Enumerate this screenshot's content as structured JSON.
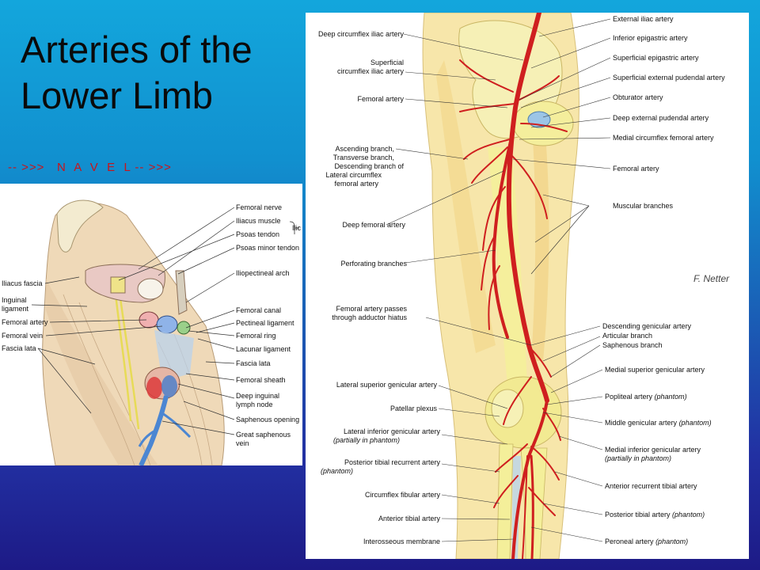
{
  "slide": {
    "title_line1": "Arteries of the",
    "title_line2": "Lower Limb",
    "navel": "-- >>>   N  A  V  E  L -- >>>"
  },
  "femoral_triangle": {
    "right_labels": [
      "Femoral nerve",
      "Iliacus muscle",
      "Psoas tendon",
      "Psoas minor tendon",
      "Iliopectineal arch",
      "Femoral canal",
      "Pectineal ligament",
      "Femoral ring",
      "Lacunar ligament",
      "Fascia lata",
      "Femoral sheath",
      "Deep inguinal",
      "lymph node",
      "Saphenous opening",
      "Great saphenous",
      "vein"
    ],
    "bracket_label": "Ilic",
    "left_labels": [
      "Iliacus fascia",
      "Inguinal",
      "ligament",
      "Femoral artery",
      "Femoral vein",
      "Fascia lata"
    ]
  },
  "leg": {
    "right_labels": [
      "External iliac artery",
      "Inferior epigastric artery",
      "Superficial epigastric artery",
      "Superficial external pudendal artery",
      "Obturator artery",
      "Deep external pudendal artery",
      "Medial circumflex femoral artery",
      "Femoral artery",
      "Muscular branches",
      "Descending genicular artery",
      "Articular branch",
      "Saphenous branch",
      "Medial superior genicular artery",
      "Popliteal artery",
      "Middle genicular artery",
      "Medial inferior genicular artery",
      "Anterior recurrent tibial artery",
      "Posterior tibial artery",
      "Peroneal artery"
    ],
    "phantom": "(phantom)",
    "partially_phantom": "(partially in phantom)",
    "left_labels": [
      "Deep circumflex iliac artery",
      "Superficial",
      "circumflex iliac artery",
      "Femoral artery",
      "Ascending branch,",
      "Transverse branch,",
      "Descending branch of",
      "Lateral circumflex",
      "femoral artery",
      "Deep femoral artery",
      "Perforating branches",
      "Femoral artery passes",
      "through adductor hiatus",
      "Lateral superior genicular artery",
      "Patellar plexus",
      "Lateral inferior genicular artery",
      "Posterior tibial recurrent artery",
      "Circumflex fibular artery",
      "Anterior tibial artery",
      "Interosseous membrane"
    ],
    "signature": "F. Netter",
    "colors": {
      "artery": "#cf1f1f",
      "bone": "#f4ef9a",
      "muscle": "#f6e2a2",
      "vein": "#4f8fd6"
    }
  }
}
